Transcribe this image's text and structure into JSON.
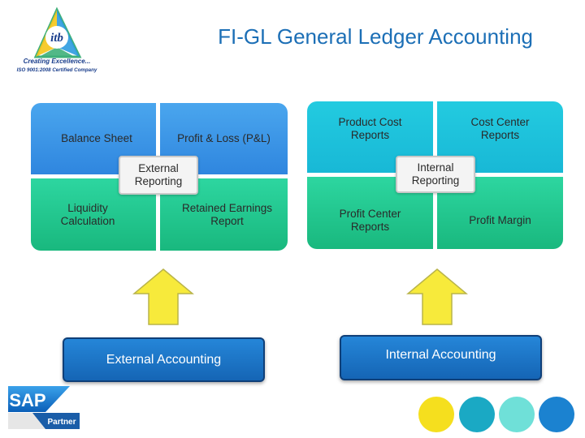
{
  "header": {
    "title": "FI-GL General Ledger Accounting"
  },
  "logo": {
    "brand": "itb",
    "tagline": "Creating Excellence...",
    "certification": "ISO 9001:2008 Certified Company"
  },
  "external_group": {
    "tiles": {
      "balance_sheet": "Balance Sheet",
      "pl": "Profit & Loss (P&L)",
      "liquidity": "Liquidity Calculation",
      "retained": "Retained Earnings Report"
    },
    "center_label": "External Reporting",
    "button": "External Accounting"
  },
  "internal_group": {
    "tiles": {
      "product_cost": "Product Cost Reports",
      "cost_center": "Cost Center Reports",
      "profit_center": "Profit Center Reports",
      "profit_margin": "Profit Margin"
    },
    "center_label": "Internal Reporting",
    "button": "Internal Accounting"
  },
  "sap_badge": {
    "brand": "SAP",
    "sub": "Partner"
  },
  "colors": {
    "title_blue": "#1c6fb6",
    "tile_blue": "#3a96e6",
    "tile_teal": "#1ec2dc",
    "tile_green": "#22c88e",
    "arrow_yellow": "#f7ea3b",
    "button_blue": "#1b75c9",
    "circle_yellow": "#f5df1e",
    "circle_teal": "#1aa9c4",
    "circle_mint": "#6fe0d8",
    "circle_blue": "#1b82d0"
  }
}
